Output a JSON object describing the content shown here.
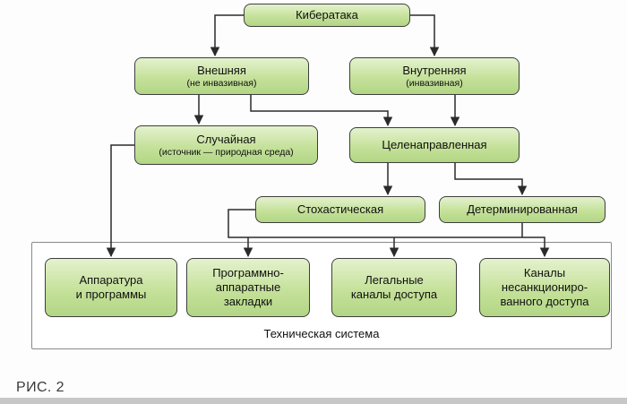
{
  "figure": {
    "caption": "РИС. 2"
  },
  "diagram": {
    "container_label": "Техническая система",
    "nodes": {
      "cyberattack": {
        "lines": [
          "Кибератака"
        ]
      },
      "external": {
        "lines": [
          "Внешняя",
          "(не инвазивная)"
        ]
      },
      "internal": {
        "lines": [
          "Внутренняя",
          "(инвазивная)"
        ]
      },
      "random": {
        "lines": [
          "Случайная",
          "(источник — природная среда)"
        ]
      },
      "targeted": {
        "lines": [
          "Целенаправленная"
        ]
      },
      "stochastic": {
        "lines": [
          "Стохастическая"
        ]
      },
      "deterministic": {
        "lines": [
          "Детерминированная"
        ]
      },
      "hardware": {
        "lines": [
          "Аппаратура",
          "и программы"
        ]
      },
      "implants": {
        "lines": [
          "Программно-",
          "аппаратные",
          "закладки"
        ]
      },
      "legal": {
        "lines": [
          "Легальные",
          "каналы доступа"
        ]
      },
      "unauthorized": {
        "lines": [
          "Каналы",
          "несанкциониро-",
          "ванного доступа"
        ]
      }
    },
    "colors": {
      "node_fill_top": "#e4f2ce",
      "node_fill_bottom": "#b2d685",
      "node_border": "#3e3e3e",
      "connector": "#2b2b2b"
    }
  }
}
